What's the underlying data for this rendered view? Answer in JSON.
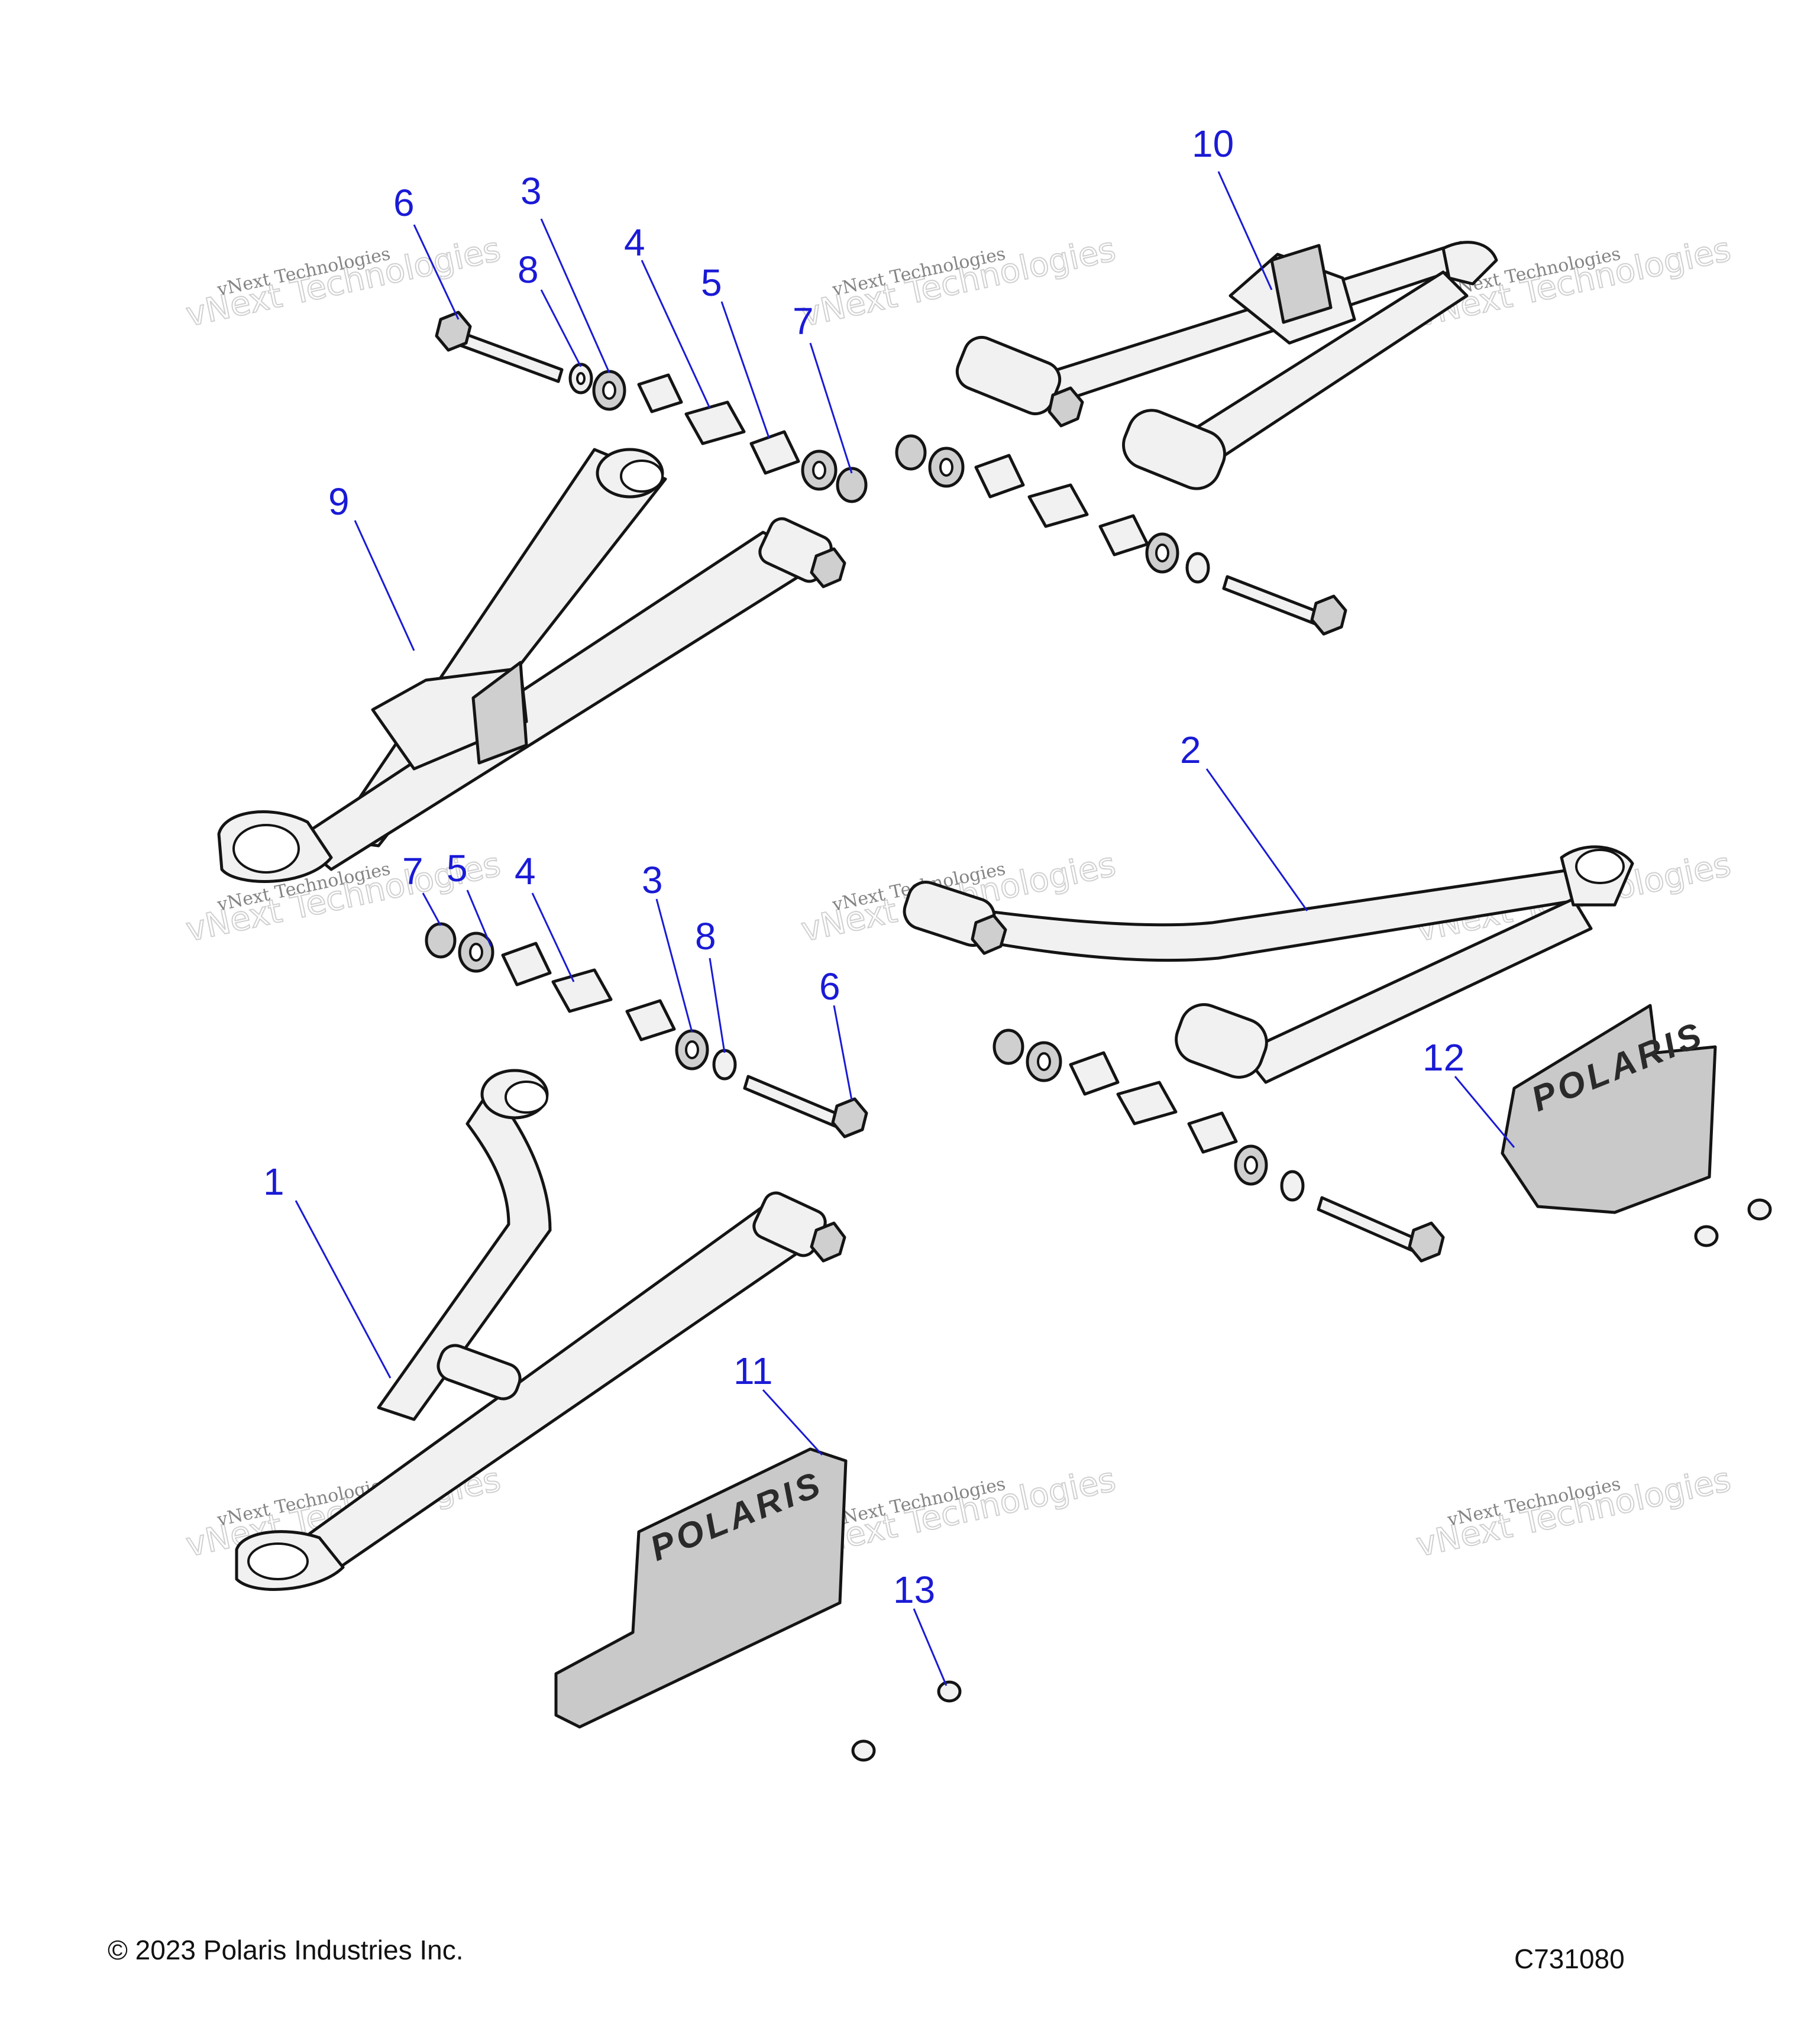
{
  "callouts": {
    "c1": "1",
    "c2": "2",
    "c3": "3",
    "c3b": "3",
    "c4": "4",
    "c4b": "4",
    "c5": "5",
    "c5b": "5",
    "c6": "6",
    "c6b": "6",
    "c7": "7",
    "c7b": "7",
    "c8": "8",
    "c8b": "8",
    "c9": "9",
    "c10": "10",
    "c11": "11",
    "c12": "12",
    "c13": "13"
  },
  "watermark": {
    "line1": "vNext Technologies",
    "line2": "vNext Technologies"
  },
  "shield_logo": "POLARIS",
  "footer": {
    "copyright": "© 2023 Polaris Industries Inc.",
    "code": "C731080"
  },
  "colors": {
    "callout": "#1a1ad6",
    "outline": "#141414",
    "shield": "#c9c9c9"
  }
}
